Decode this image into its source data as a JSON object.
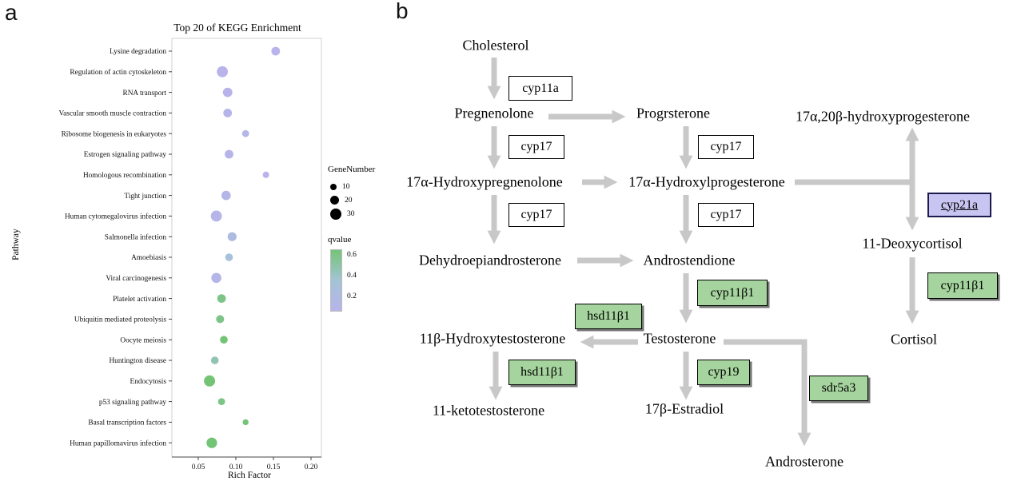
{
  "figure": {
    "panel_a_label": "a",
    "panel_b_label": "b"
  },
  "panel_a": {
    "title": "Top 20 of KEGG Enrichment",
    "xlabel": "Rich Factor",
    "ylabel": "Pathway",
    "legend": {
      "size_title": "GeneNumber",
      "size_items": [
        "10",
        "20",
        "30"
      ],
      "color_title": "qvalue",
      "color_ticks": [
        "0.6",
        "0.4",
        "0.2"
      ],
      "gradient_stops": [
        "#74c476",
        "#a3c4d6",
        "#b8b3eb"
      ]
    }
  },
  "chart_data": {
    "type": "scatter",
    "title": "Top 20 of KEGG Enrichment",
    "xlabel": "Rich Factor",
    "ylabel": "Pathway",
    "xlim": [
      0.03,
      0.215
    ],
    "xticks": [
      0.05,
      0.1,
      0.15,
      0.2
    ],
    "size_field": "gene_number",
    "color_field": "qvalue",
    "legend_position": "left-of-panel-b",
    "grid": false,
    "points": [
      {
        "pathway": "Lysine degradation",
        "rich_factor": 0.153,
        "gene_number": 15,
        "qvalue": 0.1
      },
      {
        "pathway": "Regulation of actin cytoskeleton",
        "rich_factor": 0.082,
        "gene_number": 24,
        "qvalue": 0.1
      },
      {
        "pathway": "RNA transport",
        "rich_factor": 0.089,
        "gene_number": 18,
        "qvalue": 0.08
      },
      {
        "pathway": "Vascular smooth muscle contraction",
        "rich_factor": 0.089,
        "gene_number": 15,
        "qvalue": 0.12
      },
      {
        "pathway": "Ribosome biogenesis in eukaryotes",
        "rich_factor": 0.113,
        "gene_number": 10,
        "qvalue": 0.15
      },
      {
        "pathway": "Estrogen signaling pathway",
        "rich_factor": 0.091,
        "gene_number": 15,
        "qvalue": 0.12
      },
      {
        "pathway": "Homologous recombination",
        "rich_factor": 0.14,
        "gene_number": 8,
        "qvalue": 0.1
      },
      {
        "pathway": "Tight junction",
        "rich_factor": 0.087,
        "gene_number": 17,
        "qvalue": 0.15
      },
      {
        "pathway": "Human cytomegalovirus infection",
        "rich_factor": 0.074,
        "gene_number": 24,
        "qvalue": 0.12
      },
      {
        "pathway": "Salmonella infection",
        "rich_factor": 0.095,
        "gene_number": 16,
        "qvalue": 0.22
      },
      {
        "pathway": "Amoebiasis",
        "rich_factor": 0.091,
        "gene_number": 12,
        "qvalue": 0.3
      },
      {
        "pathway": "Viral carcinogenesis",
        "rich_factor": 0.074,
        "gene_number": 20,
        "qvalue": 0.15
      },
      {
        "pathway": "Platelet activation",
        "rich_factor": 0.081,
        "gene_number": 15,
        "qvalue": 0.55
      },
      {
        "pathway": "Ubiquitin mediated proteolysis",
        "rich_factor": 0.079,
        "gene_number": 13,
        "qvalue": 0.55
      },
      {
        "pathway": "Oocyte meiosis",
        "rich_factor": 0.084,
        "gene_number": 12,
        "qvalue": 0.6
      },
      {
        "pathway": "Huntington disease",
        "rich_factor": 0.072,
        "gene_number": 12,
        "qvalue": 0.45
      },
      {
        "pathway": "Endocytosis",
        "rich_factor": 0.065,
        "gene_number": 25,
        "qvalue": 0.6
      },
      {
        "pathway": "p53 signaling pathway",
        "rich_factor": 0.081,
        "gene_number": 10,
        "qvalue": 0.55
      },
      {
        "pathway": "Basal transcription factors",
        "rich_factor": 0.113,
        "gene_number": 7,
        "qvalue": 0.6
      },
      {
        "pathway": "Human papillomavirus infection",
        "rich_factor": 0.068,
        "gene_number": 22,
        "qvalue": 0.6
      }
    ]
  },
  "panel_b": {
    "colors": {
      "enzyme_green": "#a6d49e",
      "enzyme_purple": "#c8c5f2",
      "arrow": "#c8c8c8"
    },
    "nodes": {
      "cholesterol": "Cholesterol",
      "pregnenolone": "Pregnenolone",
      "progesterone": "Progrsterone",
      "hydroxypregnenolone": "17α-Hydroxypregnenolone",
      "hydroxyprogesterone": "17α-Hydroxylprogesterone",
      "hydroxyprogesterone_20b": "17α,20β-hydroxyprogesterone",
      "dhea": "Dehydroepiandrosterone",
      "androstendione": "Androstendione",
      "deoxycortisol": "11-Deoxycortisol",
      "hydroxytestosterone": "11β-Hydroxytestosterone",
      "testosterone": "Testosterone",
      "cortisol": "Cortisol",
      "ketotestosterone": "11-ketotestosterone",
      "estradiol": "17β-Estradiol",
      "androsterone": "Androsterone"
    },
    "enzymes": {
      "cyp11a": "cyp11a",
      "cyp17": "cyp17",
      "cyp21a": "cyp21a",
      "cyp11b1": "cyp11β1",
      "hsd11b1": "hsd11β1",
      "cyp19": "cyp19",
      "sdr5a3": "sdr5a3"
    }
  }
}
